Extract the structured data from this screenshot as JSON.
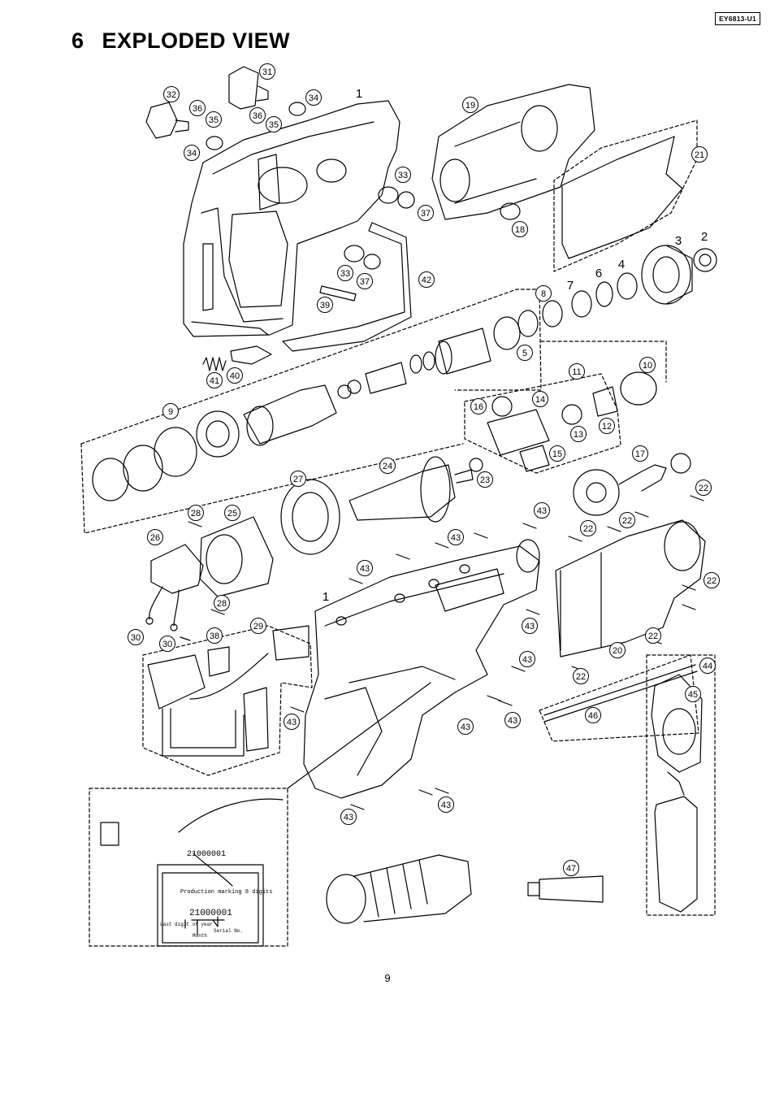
{
  "header": {
    "model_code": "EY6813-U1",
    "section_number": "6",
    "section_title": "EXPLODED VIEW"
  },
  "footer": {
    "page_number": "9"
  },
  "nameplate": {
    "serial_top": "21000001",
    "production_marking": "Production marking 8 digits",
    "serial_mid": "21000001",
    "label_last_digit": "Last digit of year",
    "label_month": "Month",
    "label_serial": "Serial No."
  },
  "parts": [
    {
      "label": "31"
    },
    {
      "label": "32"
    },
    {
      "label": "36"
    },
    {
      "label": "35"
    },
    {
      "label": "36"
    },
    {
      "label": "35"
    },
    {
      "label": "34"
    },
    {
      "label": "34"
    },
    {
      "label": "1"
    },
    {
      "label": "19"
    },
    {
      "label": "33"
    },
    {
      "label": "37"
    },
    {
      "label": "18"
    },
    {
      "label": "21"
    },
    {
      "label": "33"
    },
    {
      "label": "37"
    },
    {
      "label": "42"
    },
    {
      "label": "39"
    },
    {
      "label": "3"
    },
    {
      "label": "2"
    },
    {
      "label": "6"
    },
    {
      "label": "4"
    },
    {
      "label": "8"
    },
    {
      "label": "7"
    },
    {
      "label": "5"
    },
    {
      "label": "41"
    },
    {
      "label": "40"
    },
    {
      "label": "11"
    },
    {
      "label": "10"
    },
    {
      "label": "9"
    },
    {
      "label": "16"
    },
    {
      "label": "14"
    },
    {
      "label": "13"
    },
    {
      "label": "12"
    },
    {
      "label": "15"
    },
    {
      "label": "17"
    },
    {
      "label": "24"
    },
    {
      "label": "23"
    },
    {
      "label": "27"
    },
    {
      "label": "28"
    },
    {
      "label": "25"
    },
    {
      "label": "26"
    },
    {
      "label": "43"
    },
    {
      "label": "22"
    },
    {
      "label": "22"
    },
    {
      "label": "22"
    },
    {
      "label": "43"
    },
    {
      "label": "43"
    },
    {
      "label": "1"
    },
    {
      "label": "22"
    },
    {
      "label": "28"
    },
    {
      "label": "30"
    },
    {
      "label": "30"
    },
    {
      "label": "38"
    },
    {
      "label": "29"
    },
    {
      "label": "43"
    },
    {
      "label": "22"
    },
    {
      "label": "20"
    },
    {
      "label": "43"
    },
    {
      "label": "22"
    },
    {
      "label": "44"
    },
    {
      "label": "45"
    },
    {
      "label": "43"
    },
    {
      "label": "43"
    },
    {
      "label": "43"
    },
    {
      "label": "46"
    },
    {
      "label": "43"
    },
    {
      "label": "43"
    },
    {
      "label": "47"
    }
  ]
}
